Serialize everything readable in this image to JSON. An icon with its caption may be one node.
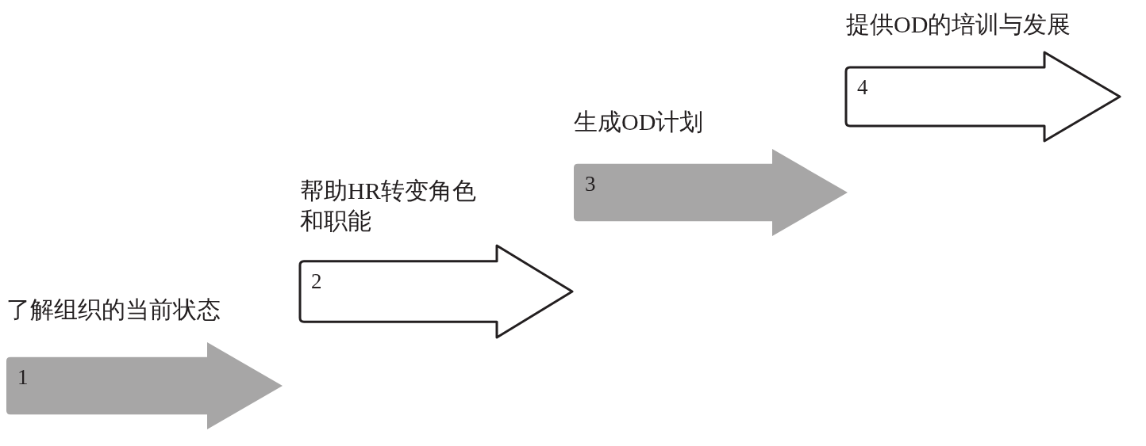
{
  "diagram": {
    "nodes": [
      {
        "text": [
          "了解组织的当前状态",
          "1"
        ]
      },
      {
        "text": [
          "帮助HR转变角色和职能",
          "2"
        ]
      },
      {
        "text": [
          "生成OD计划",
          "3"
        ]
      },
      {
        "text": [
          "提供OD的培训与发展",
          "4"
        ]
      }
    ]
  }
}
